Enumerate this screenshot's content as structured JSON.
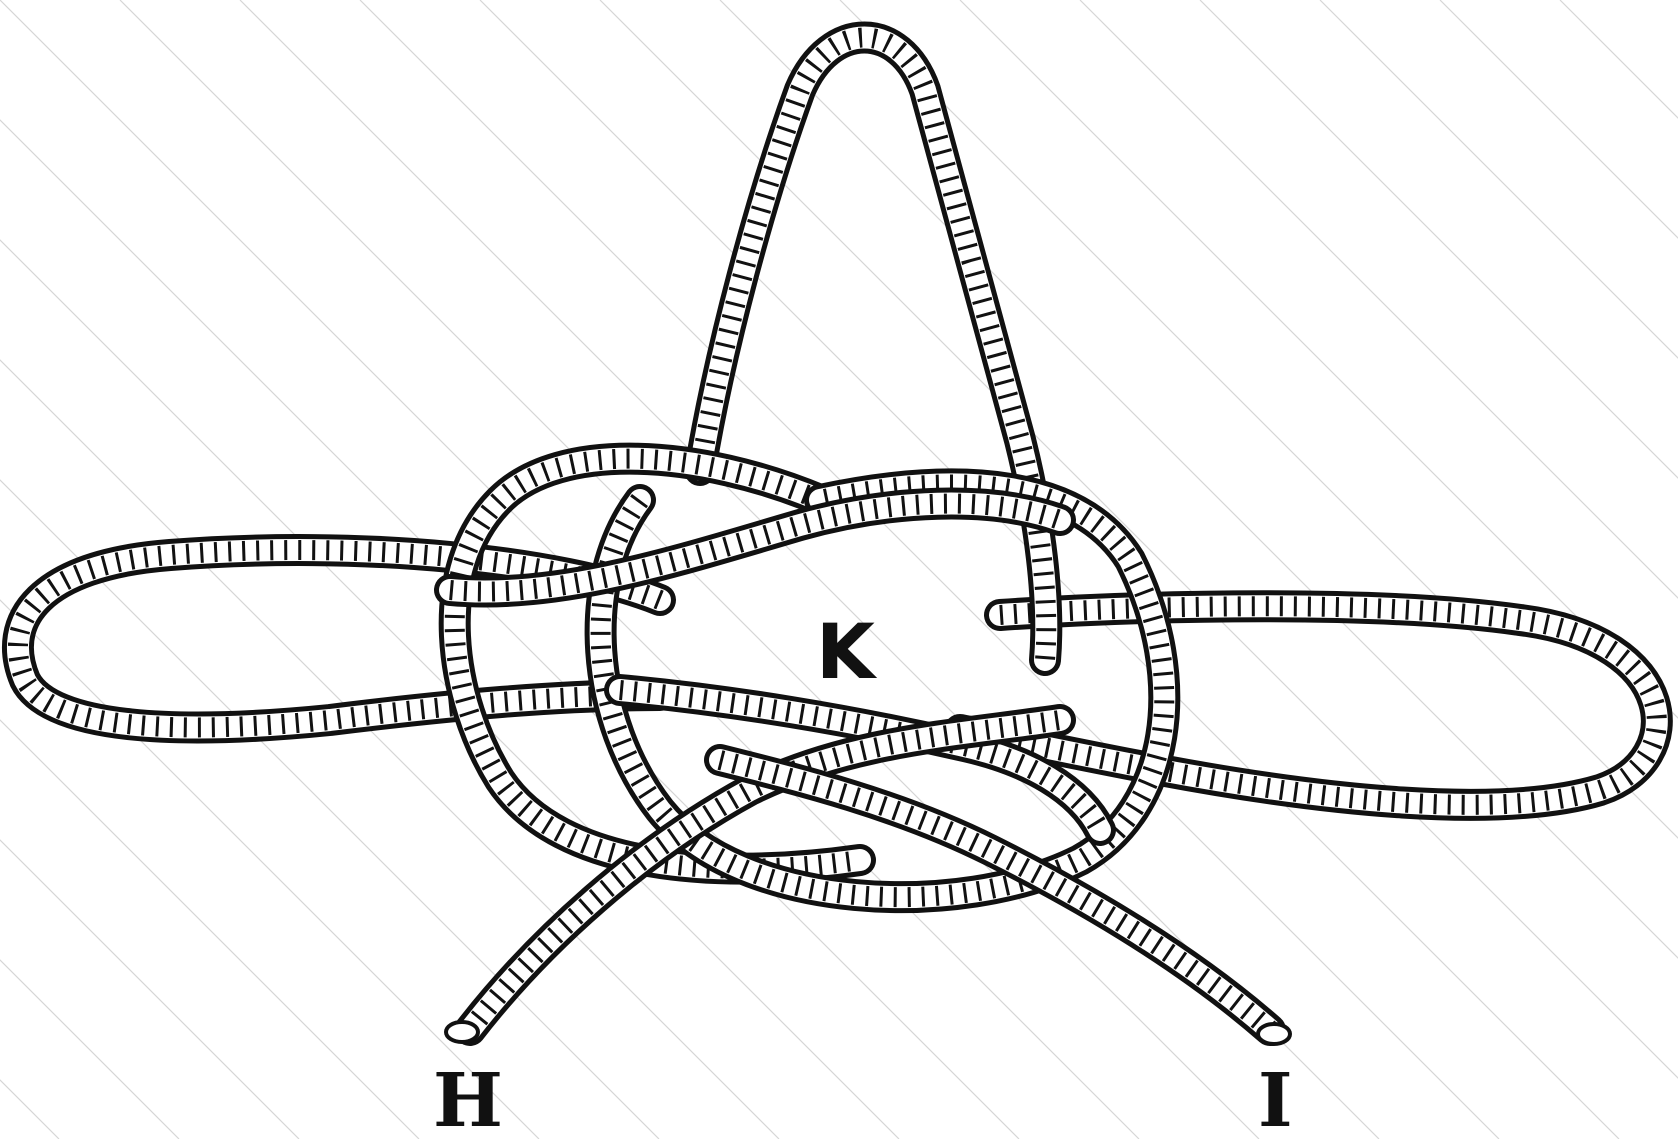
{
  "figure": {
    "labels": {
      "center": "K",
      "left_end": "H",
      "right_end": "I"
    },
    "colors": {
      "background": "#ffffff",
      "ink": "#111111",
      "rope_fill": "#ffffff",
      "watermark": "#d6d6d6"
    },
    "icons": [
      "rope-knot-illustration"
    ]
  }
}
